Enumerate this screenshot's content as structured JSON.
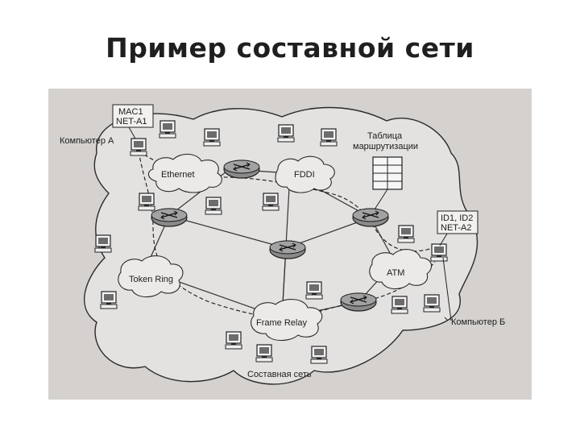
{
  "title": "Пример составной сети",
  "colors": {
    "page_bg": "#ffffff",
    "scan_bg": "#d4d1ce",
    "ink": "#1d1d1d",
    "cloud_fill": "#e4e2e0",
    "router_fill": "#8a8a8a"
  },
  "labels": {
    "mac1": "MAC1",
    "net_a1": "NET-A1",
    "computer_a": "Компьютер А",
    "table_line1": "Таблица",
    "table_line2": "маршрутизации",
    "ethernet": "Ethernet",
    "fddi": "FDDI",
    "id1_id2": "ID1, ID2",
    "net_a2": "NET-A2",
    "token_ring": "Token Ring",
    "atm": "ATM",
    "frame_relay": "Frame Relay",
    "computer_b": "Компьютер Б",
    "composite_network": "Составная сеть"
  },
  "icons": [
    "computer-icon",
    "router-icon",
    "routing-table-icon"
  ]
}
